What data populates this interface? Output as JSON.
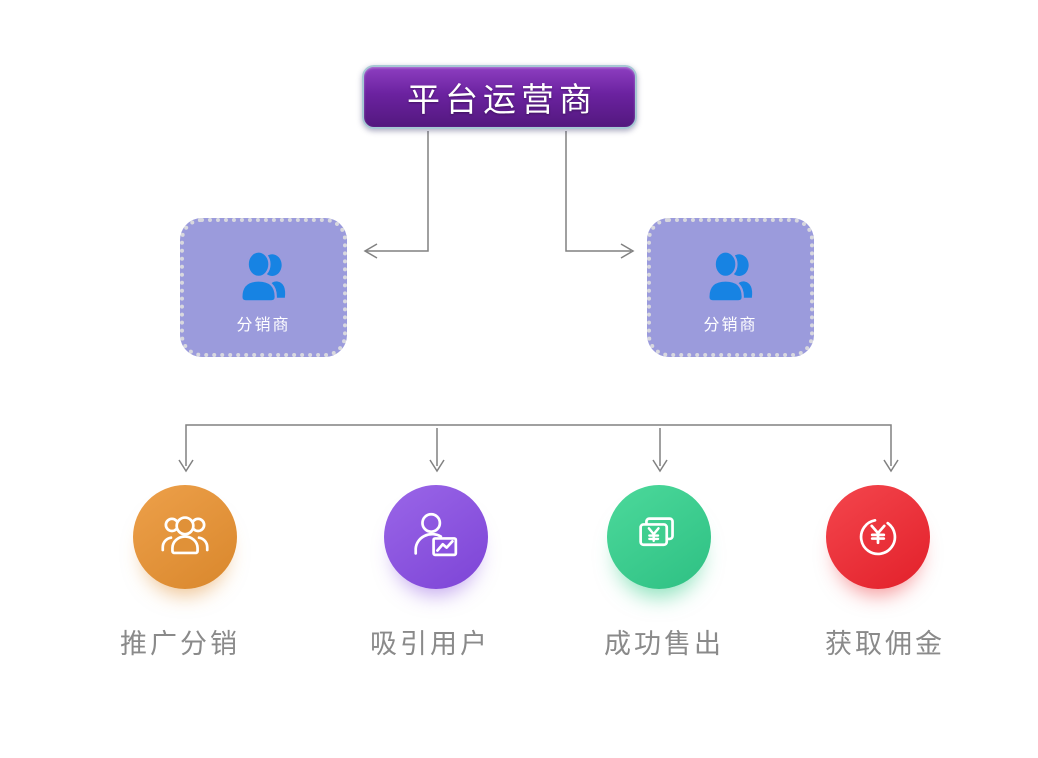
{
  "diagram": {
    "root": {
      "label": "平台运营商"
    },
    "distributors": [
      {
        "label": "分销商",
        "icon": "users-icon"
      },
      {
        "label": "分销商",
        "icon": "users-icon"
      }
    ],
    "steps": [
      {
        "label": "推广分销",
        "icon": "group-icon",
        "color": "#e09138"
      },
      {
        "label": "吸引用户",
        "icon": "user-chart-icon",
        "color": "#8a52e0"
      },
      {
        "label": "成功售出",
        "icon": "banknotes-icon",
        "color": "#3fce8f"
      },
      {
        "label": "获取佣金",
        "icon": "coin-yen-icon",
        "color": "#ee2f36"
      }
    ],
    "colors": {
      "root_gradient_top": "#8d3ec0",
      "root_gradient_bottom": "#53187e",
      "root_border": "#a7c8d4",
      "distributor_fill": "#9b9bdc",
      "distributor_icon_blue": "#1783e3",
      "connector_gray": "#818181",
      "step_label_gray": "#8a8a8a"
    }
  }
}
